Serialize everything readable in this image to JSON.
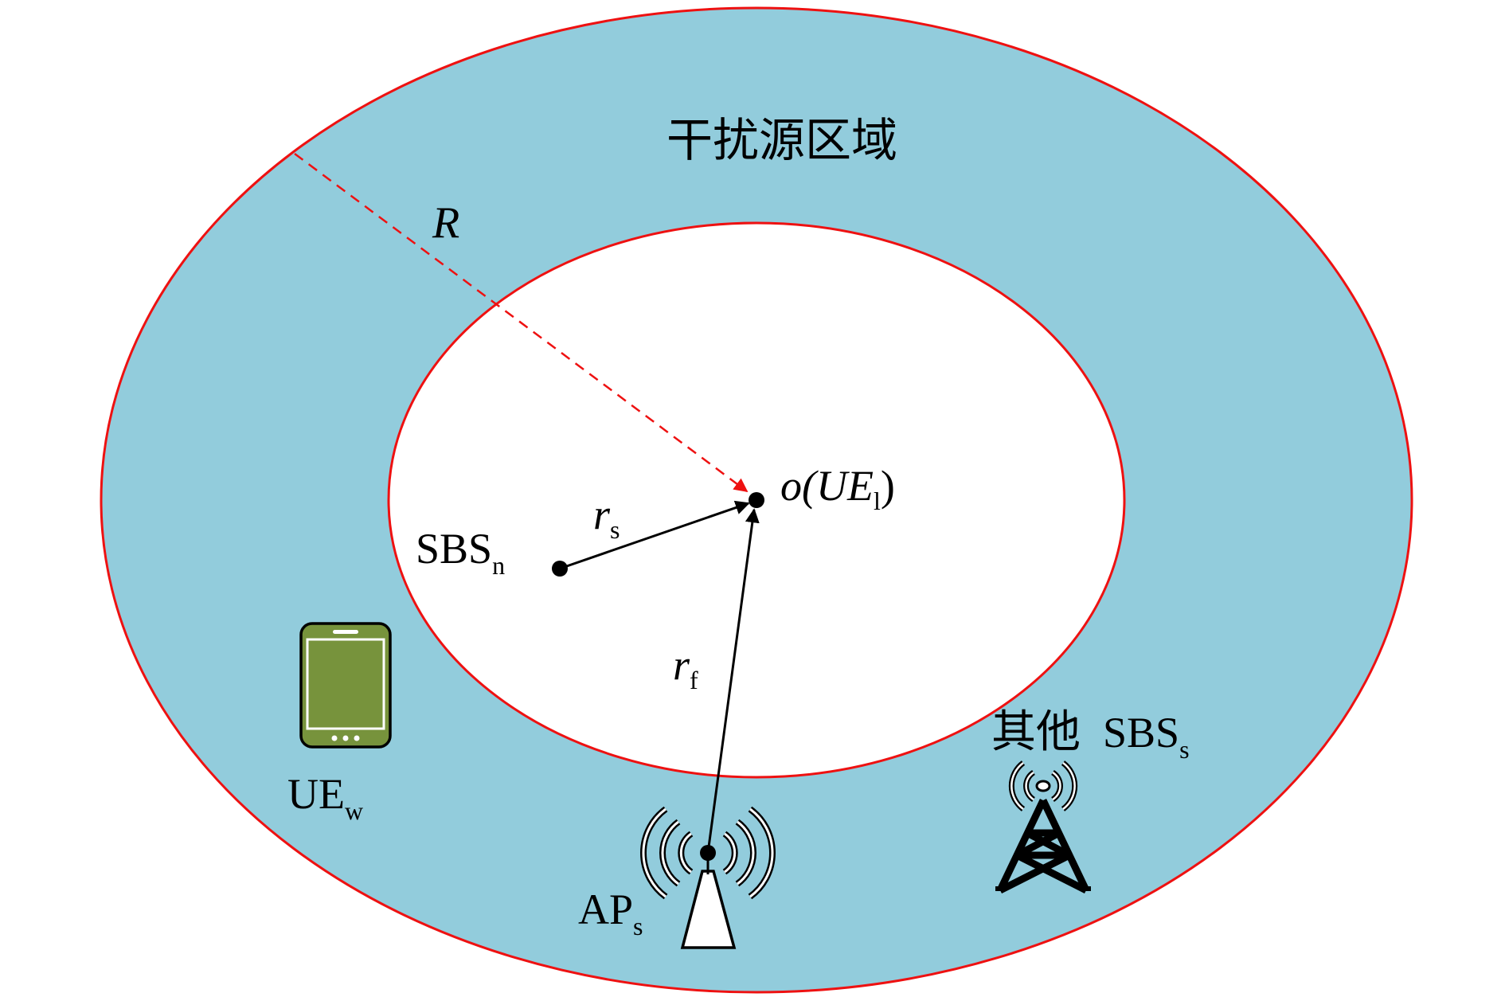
{
  "colors": {
    "ring_fill": "#92ccdc",
    "ring_stroke": "#ee1111",
    "inner_fill": "#ffffff",
    "radius_arrow": "#ee1111",
    "vector_arrow": "#000000",
    "phone_body": "#77933c"
  },
  "labels": {
    "region": "干扰源区域",
    "radius_main": "R",
    "center_main": "o(UE",
    "center_sub": "l",
    "center_close": ")",
    "sbs_n_main": "SBS",
    "sbs_n_sub": "n",
    "r_s_main": "r",
    "r_s_sub": "s",
    "r_f_main": "r",
    "r_f_sub": "f",
    "ue_w_main": "UE",
    "ue_w_sub": "w",
    "other_sbs_prefix": "其他",
    "other_sbs_main": "SBS",
    "other_sbs_sub": "s",
    "ap_main": "AP",
    "ap_sub": "s"
  },
  "icons": {
    "phone": "smartphone-icon",
    "tower": "cell-tower-icon",
    "access_point": "access-point-icon"
  }
}
